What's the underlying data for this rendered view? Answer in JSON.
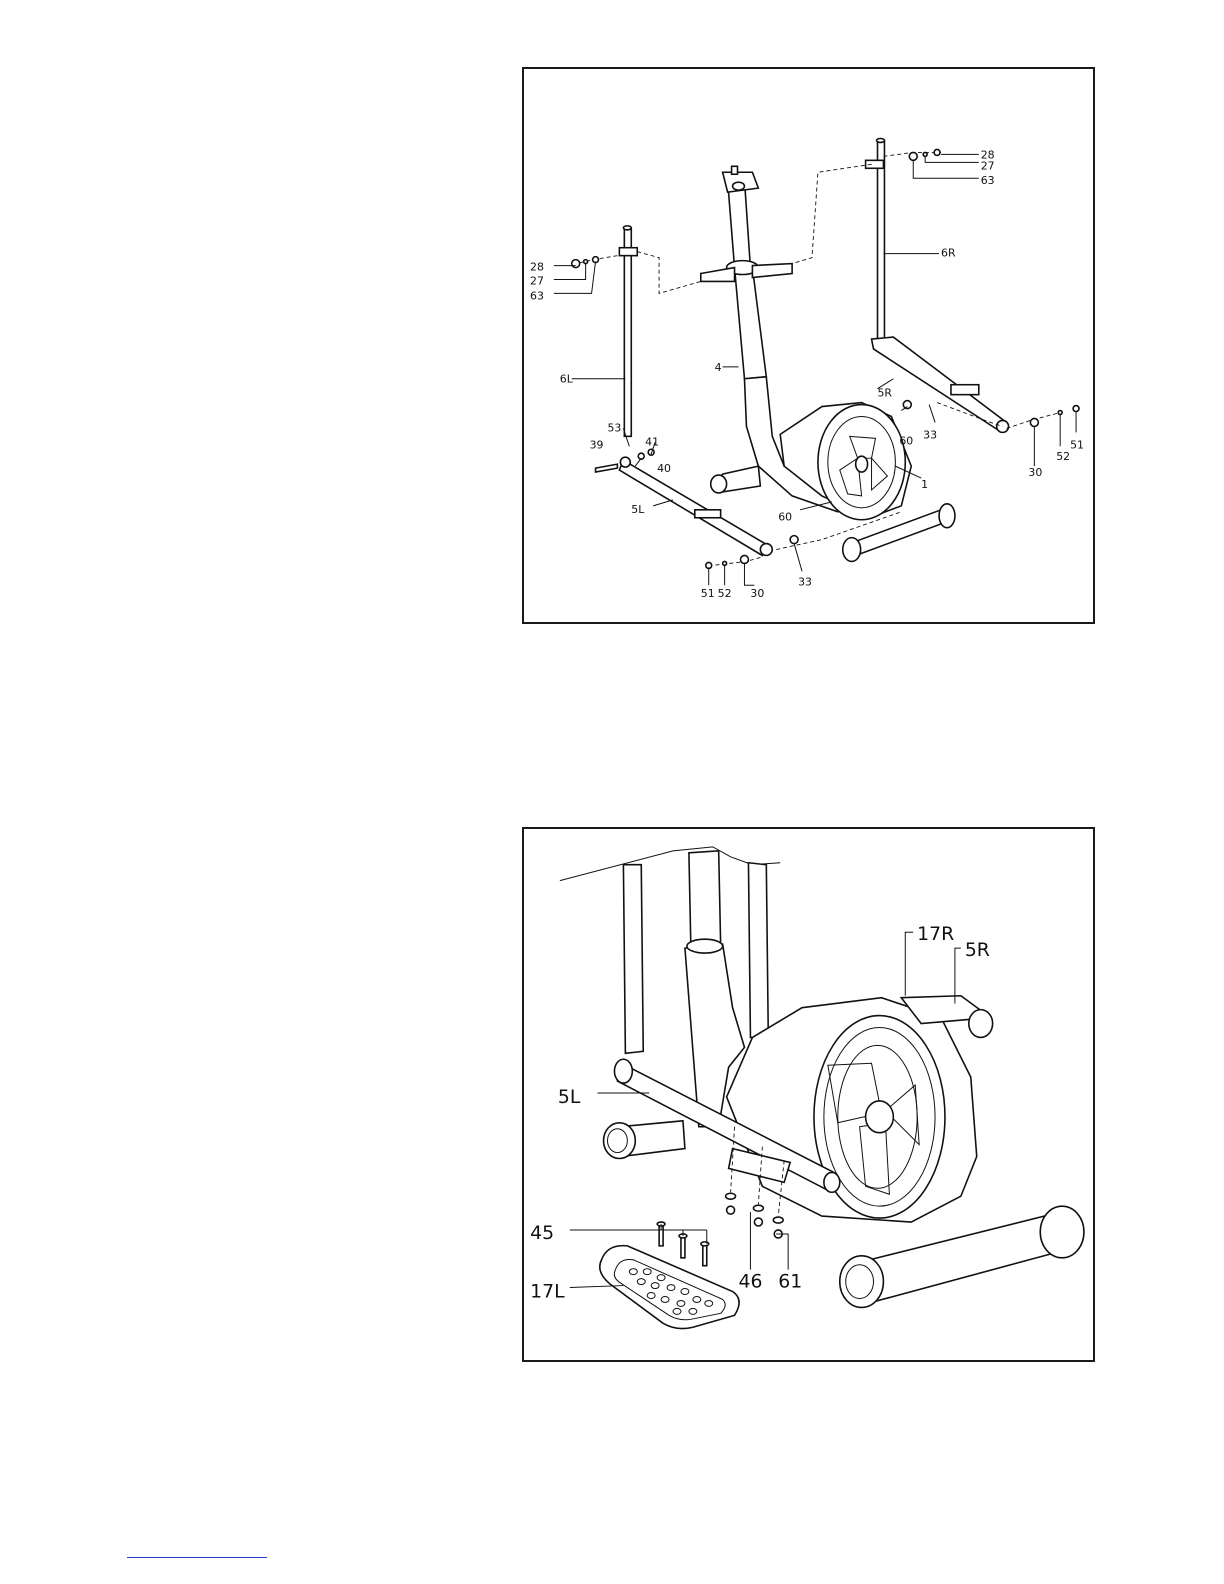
{
  "figure_top": {
    "labels": {
      "l28_right": "28",
      "l27_right": "27",
      "l63_right": "63",
      "l6R": "6R",
      "l28_left": "28",
      "l27_left": "27",
      "l63_left": "63",
      "l4": "4",
      "l6L": "6L",
      "l5R": "5R",
      "l53": "53",
      "l39": "39",
      "l41": "41",
      "l40": "40",
      "l60_right": "60",
      "l33_right": "33",
      "l30_right": "30",
      "l52_right": "52",
      "l51_right": "51",
      "l1": "1",
      "l5L": "5L",
      "l60_bottom": "60",
      "l51_bottom": "51",
      "l52_bottom": "52",
      "l30_bottom": "30",
      "l33_bottom": "33"
    }
  },
  "figure_bottom": {
    "labels": {
      "l17R": "17R",
      "l5R": "5R",
      "l5L": "5L",
      "l45": "45",
      "l17L": "17L",
      "l46": "46",
      "l61": "61"
    }
  }
}
